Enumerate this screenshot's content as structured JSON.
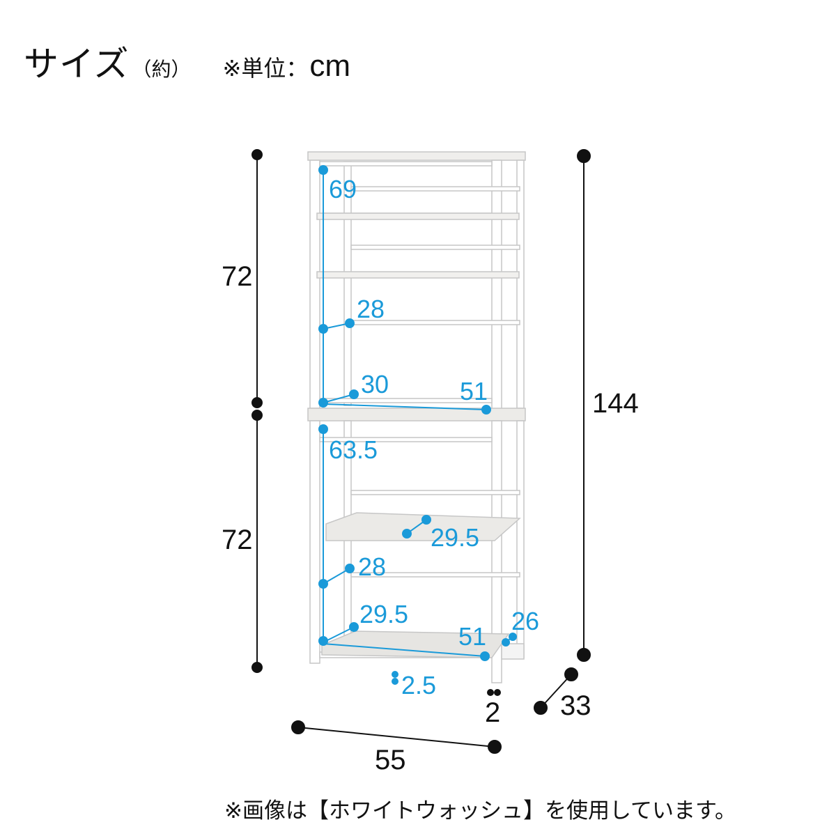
{
  "heading": {
    "title": "サイズ",
    "approx": "（約）",
    "unit_label": "※単位：",
    "unit": "cm"
  },
  "dimensions": {
    "upper_height": "72",
    "lower_height": "72",
    "total_height": "144",
    "width": "55",
    "depth": "33",
    "leg": "2",
    "upper_inner_height": "69",
    "upper_shelf_depth": "28",
    "upper_bottom_depth": "30",
    "upper_bottom_width": "51",
    "lower_inner_height": "63.5",
    "mid_shelf_depth": "29.5",
    "lower_shelf_depth": "28",
    "bottom_depth": "29.5",
    "bottom_width": "51",
    "side_depth": "26",
    "bottom_gap": "2.5"
  },
  "footnote": "※画像は【ホワイトウォッシュ】を使用しています。",
  "colors": {
    "accent": "#1a9ad9",
    "line": "#111111",
    "frame": "#c8c8c8",
    "frame_fill": "#ffffff",
    "shelf_wood": "#ecebe8"
  }
}
